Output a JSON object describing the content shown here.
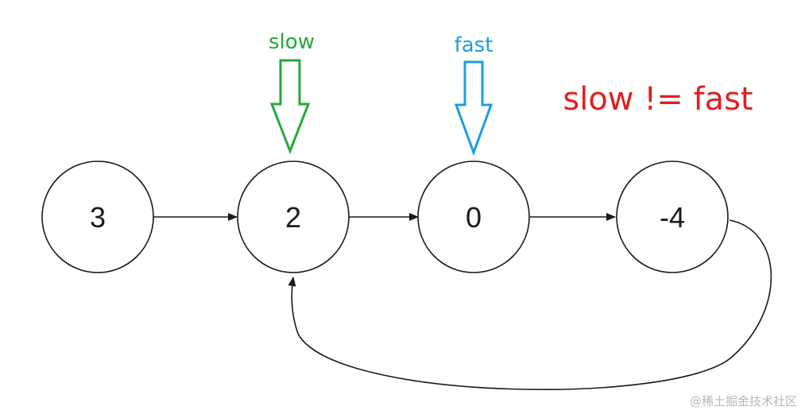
{
  "diagram": {
    "nodes": [
      {
        "value": "3"
      },
      {
        "value": "2"
      },
      {
        "value": "0"
      },
      {
        "value": "-4"
      }
    ],
    "pointers": {
      "slow": {
        "label": "slow",
        "color": "#22aa3c"
      },
      "fast": {
        "label": "fast",
        "color": "#1a9fdf"
      }
    },
    "condition": {
      "text": "slow != fast",
      "color": "#e02020"
    },
    "watermark": "@稀土掘金技术社区"
  }
}
